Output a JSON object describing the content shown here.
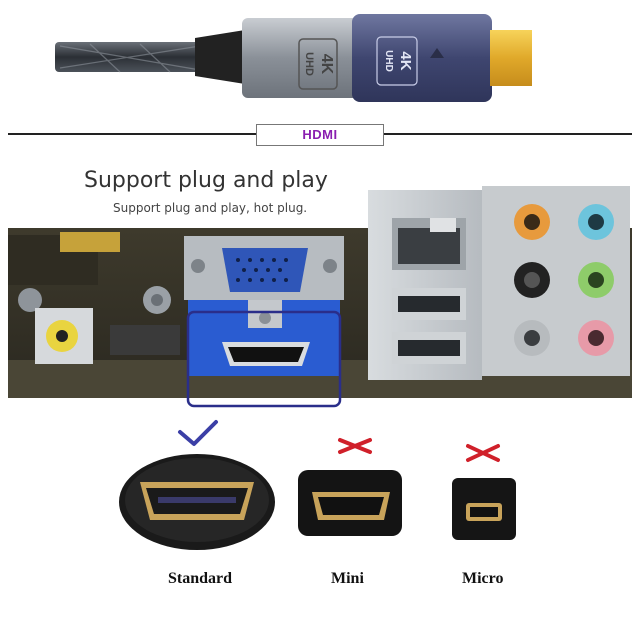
{
  "cable": {
    "badge_line1": "4K",
    "badge_line2": "UHD"
  },
  "section_tab": {
    "label": "HDMI"
  },
  "heading": {
    "title": "Support plug and play",
    "subtitle": "Support plug and play, hot plug."
  },
  "connectors": [
    {
      "label": "Standard",
      "status": "supported"
    },
    {
      "label": "Mini",
      "status": "not-supported"
    },
    {
      "label": "Micro",
      "status": "not-supported"
    }
  ],
  "colors": {
    "tab_text": "#8a1fb0",
    "check": "#3b3fa6",
    "cross": "#d0202a",
    "highlight_box": "#2a2e8a"
  }
}
